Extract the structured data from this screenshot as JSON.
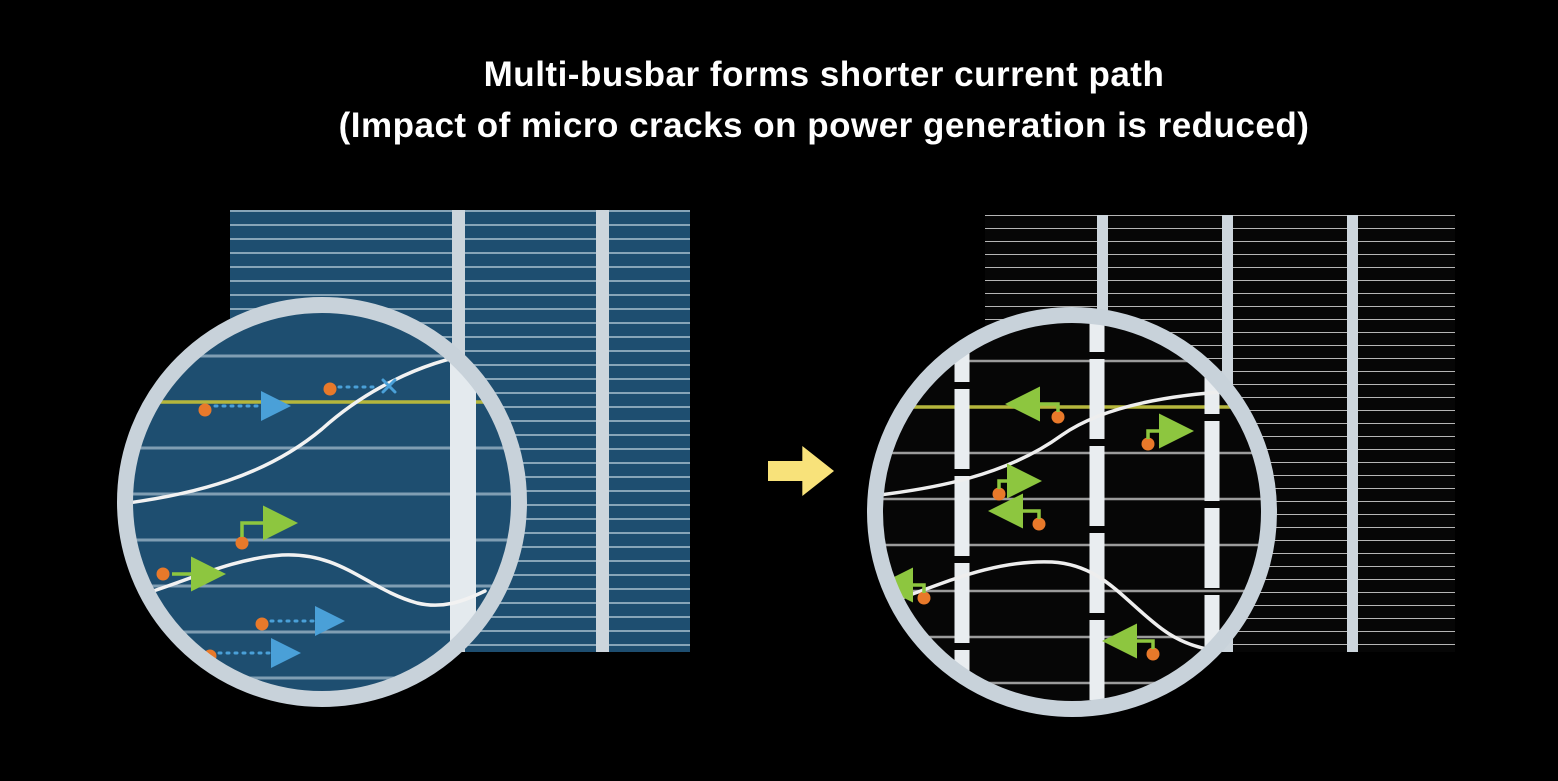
{
  "title": {
    "line1": "Multi-busbar forms shorter current path",
    "line2": "(Impact of micro cracks on power generation is reduced)"
  },
  "colors": {
    "background": "#000000",
    "title_text": "#ffffff",
    "cell_conventional": "#1e4e70",
    "cell_multibusbar": "#060606",
    "finger_lines_light": "#dfecf4",
    "busbar": "#ccd5dc",
    "magnifier_ring": "#c8d2da",
    "micro_crack": "#f2f2f2",
    "long_current_path": "#4aa0d8",
    "short_current_path": "#8dc63f",
    "electron_dot": "#e8792a",
    "interconnect_line": "#b5b63c",
    "transition_arrow": "#f8e27a"
  },
  "icons": {
    "transition_arrow": "block-right-arrow",
    "blocked_path_mark": "x-cross"
  }
}
